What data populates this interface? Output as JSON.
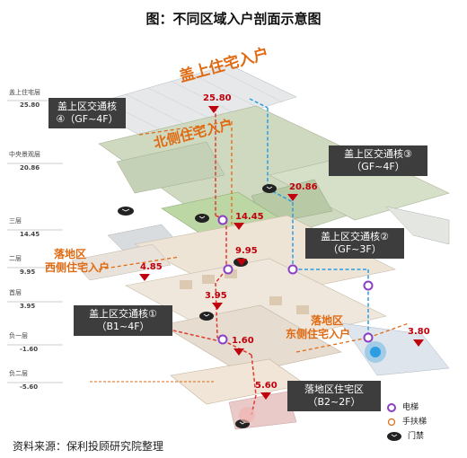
{
  "title": "图：不同区域入户剖面示意图",
  "source": "资料来源：保利投顾研究院整理",
  "levels": [
    {
      "name": "盖上住宅层",
      "value": "25.80"
    },
    {
      "name": "中央景观层",
      "value": "20.86"
    },
    {
      "name": "三层",
      "value": "14.45"
    },
    {
      "name": "二层",
      "value": "9.95"
    },
    {
      "name": "首层",
      "value": "3.95"
    },
    {
      "name": "负一层",
      "value": "-1.60"
    },
    {
      "name": "负二层",
      "value": "-5.60"
    }
  ],
  "core_labels": {
    "core4": [
      "盖上区交通核",
      "④（GF~4F）"
    ],
    "core3": [
      "盖上区交通核③",
      "（GF~4F）"
    ],
    "core2": [
      "盖上区交通核②",
      "（GF~3F）"
    ],
    "core1": [
      "盖上区交通核①",
      "（B1~4F）"
    ],
    "ground_res": [
      "落地区住宅区",
      "（B2~2F）"
    ]
  },
  "entrances": {
    "top": "盖上住宅入户",
    "north": "北侧住宅入户",
    "west": [
      "落地区",
      "西侧住宅入户"
    ],
    "east": [
      "落地区",
      "东侧住宅入户"
    ]
  },
  "elevations": [
    "25.80",
    "20.86",
    "14.45",
    "9.95",
    "4.85",
    "3.95",
    "1.60",
    "3.80",
    "5.60"
  ],
  "legend": [
    {
      "icon": "elevator-icon",
      "label": "电梯"
    },
    {
      "icon": "escalator-icon",
      "label": "手扶梯"
    },
    {
      "icon": "access-gate-icon",
      "label": "门禁"
    }
  ],
  "colors": {
    "orange": "#e06a12",
    "elevation_red": "#c0000c",
    "red_path": "#e03a2f",
    "blue_path": "#2a9de3",
    "dark_box": "#3d3d3d",
    "elevator_purple": "#8a3fc4"
  }
}
